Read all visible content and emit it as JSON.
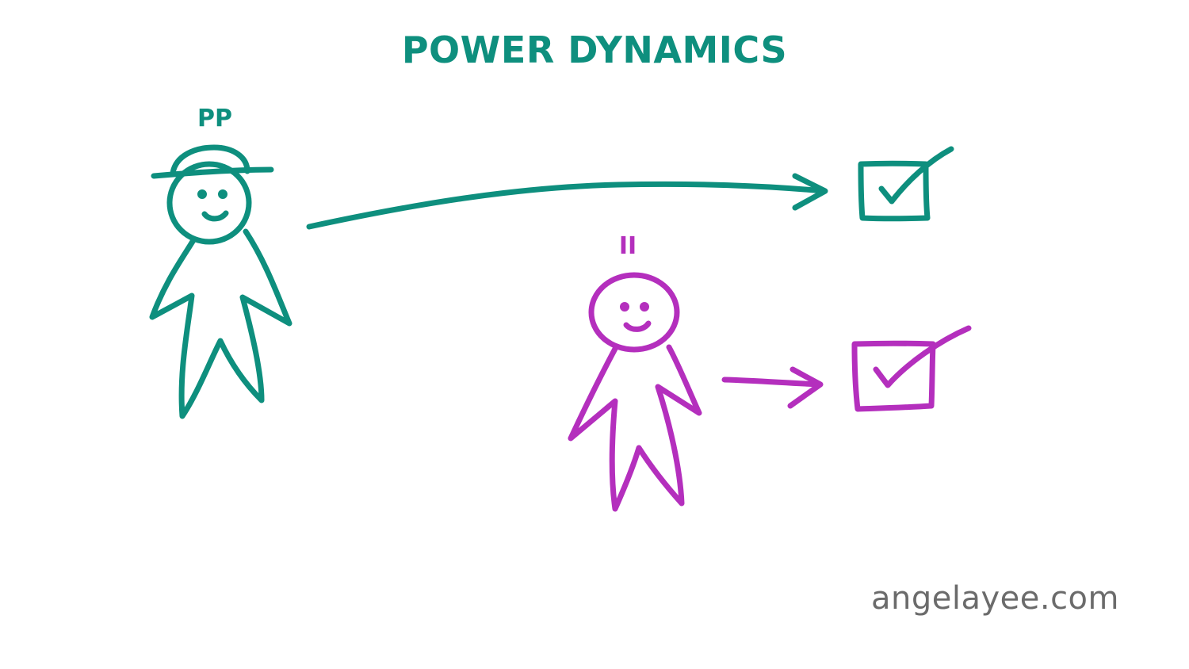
{
  "title": "POWER DYNAMICS",
  "figures": [
    {
      "label": "PP",
      "color": "#0e8f7e",
      "accessory": "hat-icon"
    },
    {
      "label": "II",
      "color": "#b42fbd",
      "accessory": ""
    }
  ],
  "footer": "angelayee.com",
  "colors": {
    "title": "#0e8f7e",
    "green": "#0e8f7e",
    "purple": "#b42fbd",
    "footer": "#6b6b6b",
    "background": "#ffffff"
  }
}
